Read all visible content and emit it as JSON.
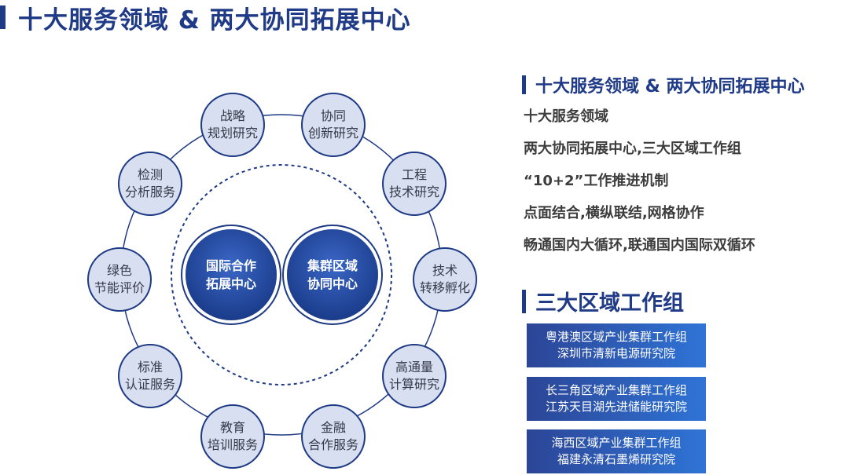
{
  "title": "十大服务领域 & 两大协同拓展中心",
  "diagram": {
    "nodes": [
      {
        "line1": "战略",
        "line2": "规划研究"
      },
      {
        "line1": "协同",
        "line2": "创新研究"
      },
      {
        "line1": "工程",
        "line2": "技术研究"
      },
      {
        "line1": "技术",
        "line2": "转移孵化"
      },
      {
        "line1": "高通量",
        "line2": "计算研究"
      },
      {
        "line1": "金融",
        "line2": "合作服务"
      },
      {
        "line1": "教育",
        "line2": "培训服务"
      },
      {
        "line1": "标准",
        "line2": "认证服务"
      },
      {
        "line1": "绿色",
        "line2": "节能评价"
      },
      {
        "line1": "检测",
        "line2": "分析服务"
      }
    ],
    "centers": [
      {
        "line1": "国际合作",
        "line2": "拓展中心"
      },
      {
        "line1": "集群区域",
        "line2": "协同中心"
      }
    ],
    "colors": {
      "ring": "#1e3a85",
      "node_fill": "#d8dff0",
      "center_fill": "#1d3f8f"
    }
  },
  "panel": {
    "heading": "十大服务领域 & 两大协同拓展中心",
    "items": [
      "十大服务领域",
      "两大协同拓展中心,三大区域工作组",
      "“10+2”工作推进机制",
      "点面结合,横纵联结,网格协作",
      "畅通国内大循环,联通国内国际双循环"
    ],
    "groups_heading": "三大区域工作组",
    "groups": [
      {
        "line1": "粤港澳区域产业集群工作组",
        "line2": "深圳市清新电源研究院"
      },
      {
        "line1": "长三角区域产业集群工作组",
        "line2": "江苏天目湖先进储能研究院"
      },
      {
        "line1": "海西区域产业集群工作组",
        "line2": "福建永清石墨烯研究院"
      }
    ]
  }
}
